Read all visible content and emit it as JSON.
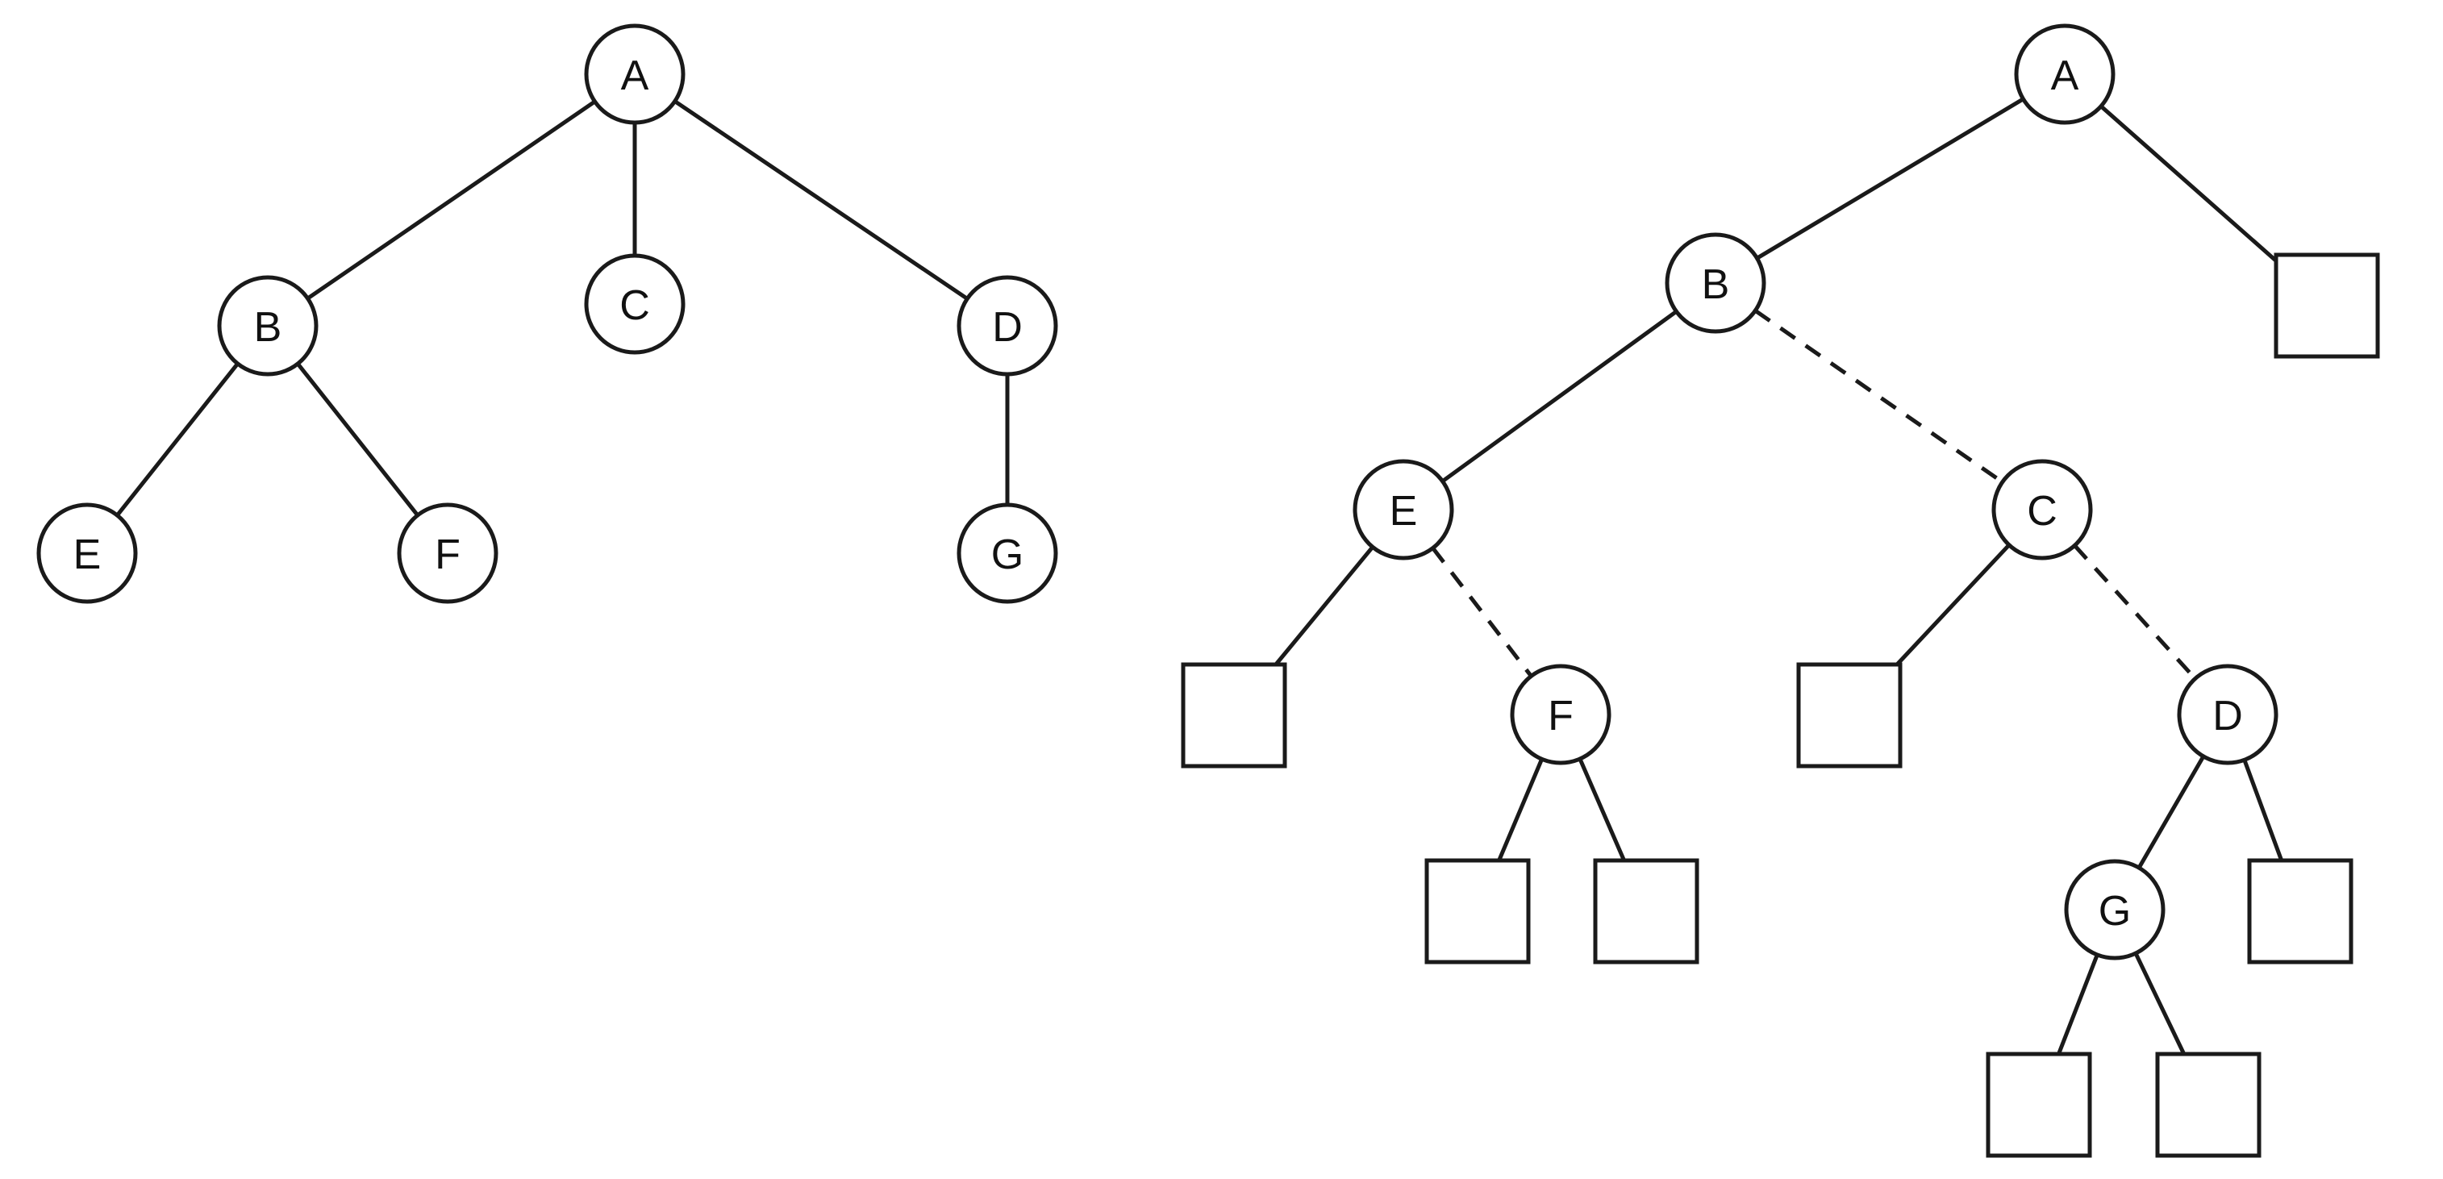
{
  "left_tree": {
    "nodes": [
      {
        "id": "A",
        "label": "A"
      },
      {
        "id": "B",
        "label": "B"
      },
      {
        "id": "C",
        "label": "C"
      },
      {
        "id": "D",
        "label": "D"
      },
      {
        "id": "E",
        "label": "E"
      },
      {
        "id": "F",
        "label": "F"
      },
      {
        "id": "G",
        "label": "G"
      }
    ],
    "edges": [
      {
        "from": "A",
        "to": "B",
        "style": "solid"
      },
      {
        "from": "A",
        "to": "C",
        "style": "solid"
      },
      {
        "from": "A",
        "to": "D",
        "style": "solid"
      },
      {
        "from": "B",
        "to": "E",
        "style": "solid"
      },
      {
        "from": "B",
        "to": "F",
        "style": "solid"
      },
      {
        "from": "D",
        "to": "G",
        "style": "solid"
      }
    ]
  },
  "right_tree": {
    "nodes": [
      {
        "id": "A",
        "label": "A"
      },
      {
        "id": "B",
        "label": "B"
      },
      {
        "id": "C",
        "label": "C"
      },
      {
        "id": "D",
        "label": "D"
      },
      {
        "id": "E",
        "label": "E"
      },
      {
        "id": "F",
        "label": "F"
      },
      {
        "id": "G",
        "label": "G"
      }
    ],
    "leaves": [
      "nil-A",
      "nil-E",
      "nil-F-left",
      "nil-F-right",
      "nil-C",
      "nil-D",
      "nil-G-left",
      "nil-G-right"
    ],
    "edges": [
      {
        "from": "A",
        "to": "B",
        "style": "solid"
      },
      {
        "from": "A",
        "to": "nil-A",
        "style": "solid"
      },
      {
        "from": "B",
        "to": "E",
        "style": "solid"
      },
      {
        "from": "B",
        "to": "C",
        "style": "dashed"
      },
      {
        "from": "E",
        "to": "nil-E",
        "style": "solid"
      },
      {
        "from": "E",
        "to": "F",
        "style": "dashed"
      },
      {
        "from": "F",
        "to": "nil-F-left",
        "style": "solid"
      },
      {
        "from": "F",
        "to": "nil-F-right",
        "style": "solid"
      },
      {
        "from": "C",
        "to": "nil-C",
        "style": "solid"
      },
      {
        "from": "C",
        "to": "D",
        "style": "dashed"
      },
      {
        "from": "D",
        "to": "G",
        "style": "solid"
      },
      {
        "from": "D",
        "to": "nil-D",
        "style": "solid"
      },
      {
        "from": "G",
        "to": "nil-G-left",
        "style": "solid"
      },
      {
        "from": "G",
        "to": "nil-G-right",
        "style": "solid"
      }
    ]
  }
}
